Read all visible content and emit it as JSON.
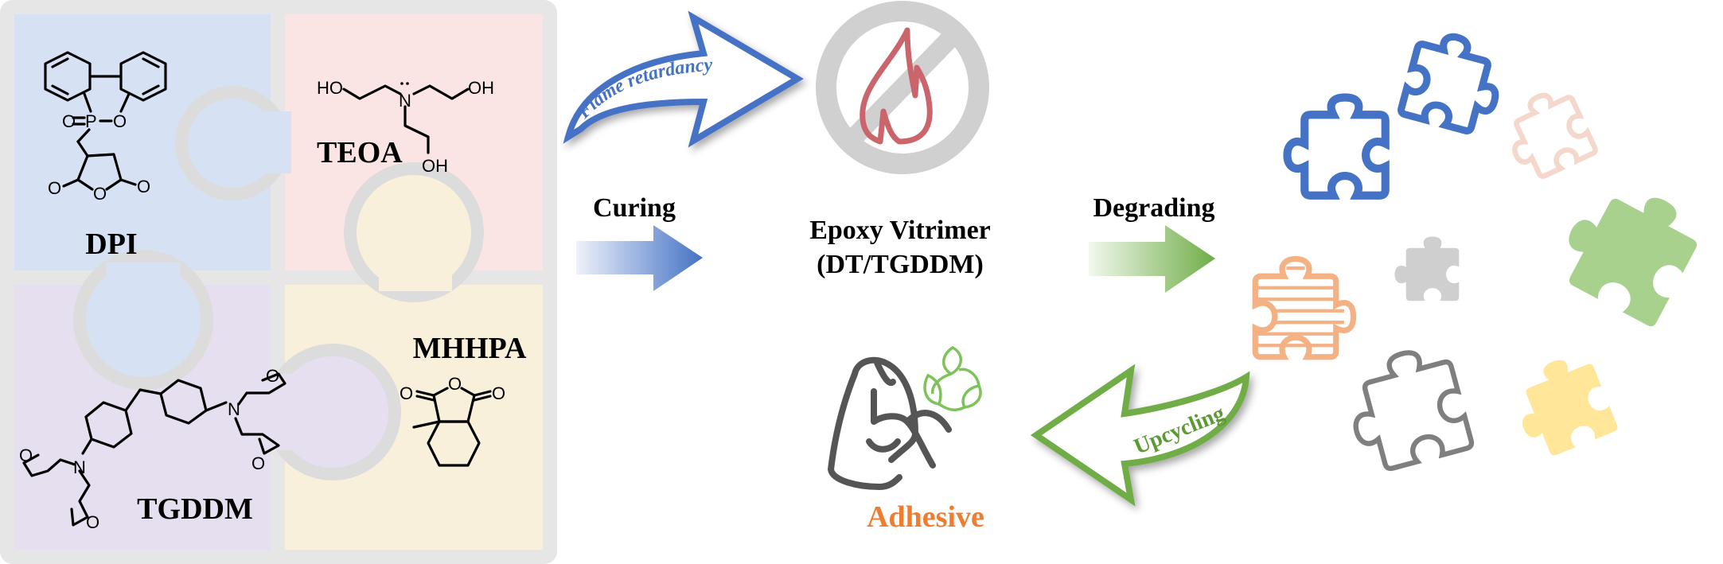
{
  "molecules": {
    "dpi": {
      "label": "DPI",
      "atoms": {
        "o_double": "O",
        "p": "P",
        "o_ring": "O",
        "o_left": "O",
        "o_mid": "O",
        "o_right": "O"
      }
    },
    "teoa": {
      "label": "TEOA",
      "atoms": {
        "ho": "HO",
        "n": "N",
        "oh_right": "OH",
        "oh_bottom": "OH"
      }
    },
    "mhhpa": {
      "label": "MHHPA",
      "atoms": {
        "o_left": "O",
        "o_mid": "O",
        "o_right": "O"
      }
    },
    "tgddm": {
      "label": "TGDDM",
      "atoms": {
        "n_left": "N",
        "n_right": "N",
        "o1": "O",
        "o2": "O",
        "o3": "O",
        "o4": "O"
      }
    }
  },
  "process": {
    "curing_label": "Curing",
    "product_line1": "Epoxy Vitrimer",
    "product_line2": "(DT/TGDDM)",
    "degrading_label": "Degrading",
    "flame_label": "Flame retardancy",
    "upcycling_label": "Upcycling",
    "adhesive_label": "Adhesive"
  },
  "colors": {
    "blue": "#4472c4",
    "green": "#70ad47",
    "orange": "#ed7d31",
    "flame_red": "#c9656b",
    "quad_blue": "#d6e2f4",
    "quad_pink": "#fbe4e4",
    "quad_purple": "#e6dfef",
    "quad_yellow": "#f8f0da"
  }
}
